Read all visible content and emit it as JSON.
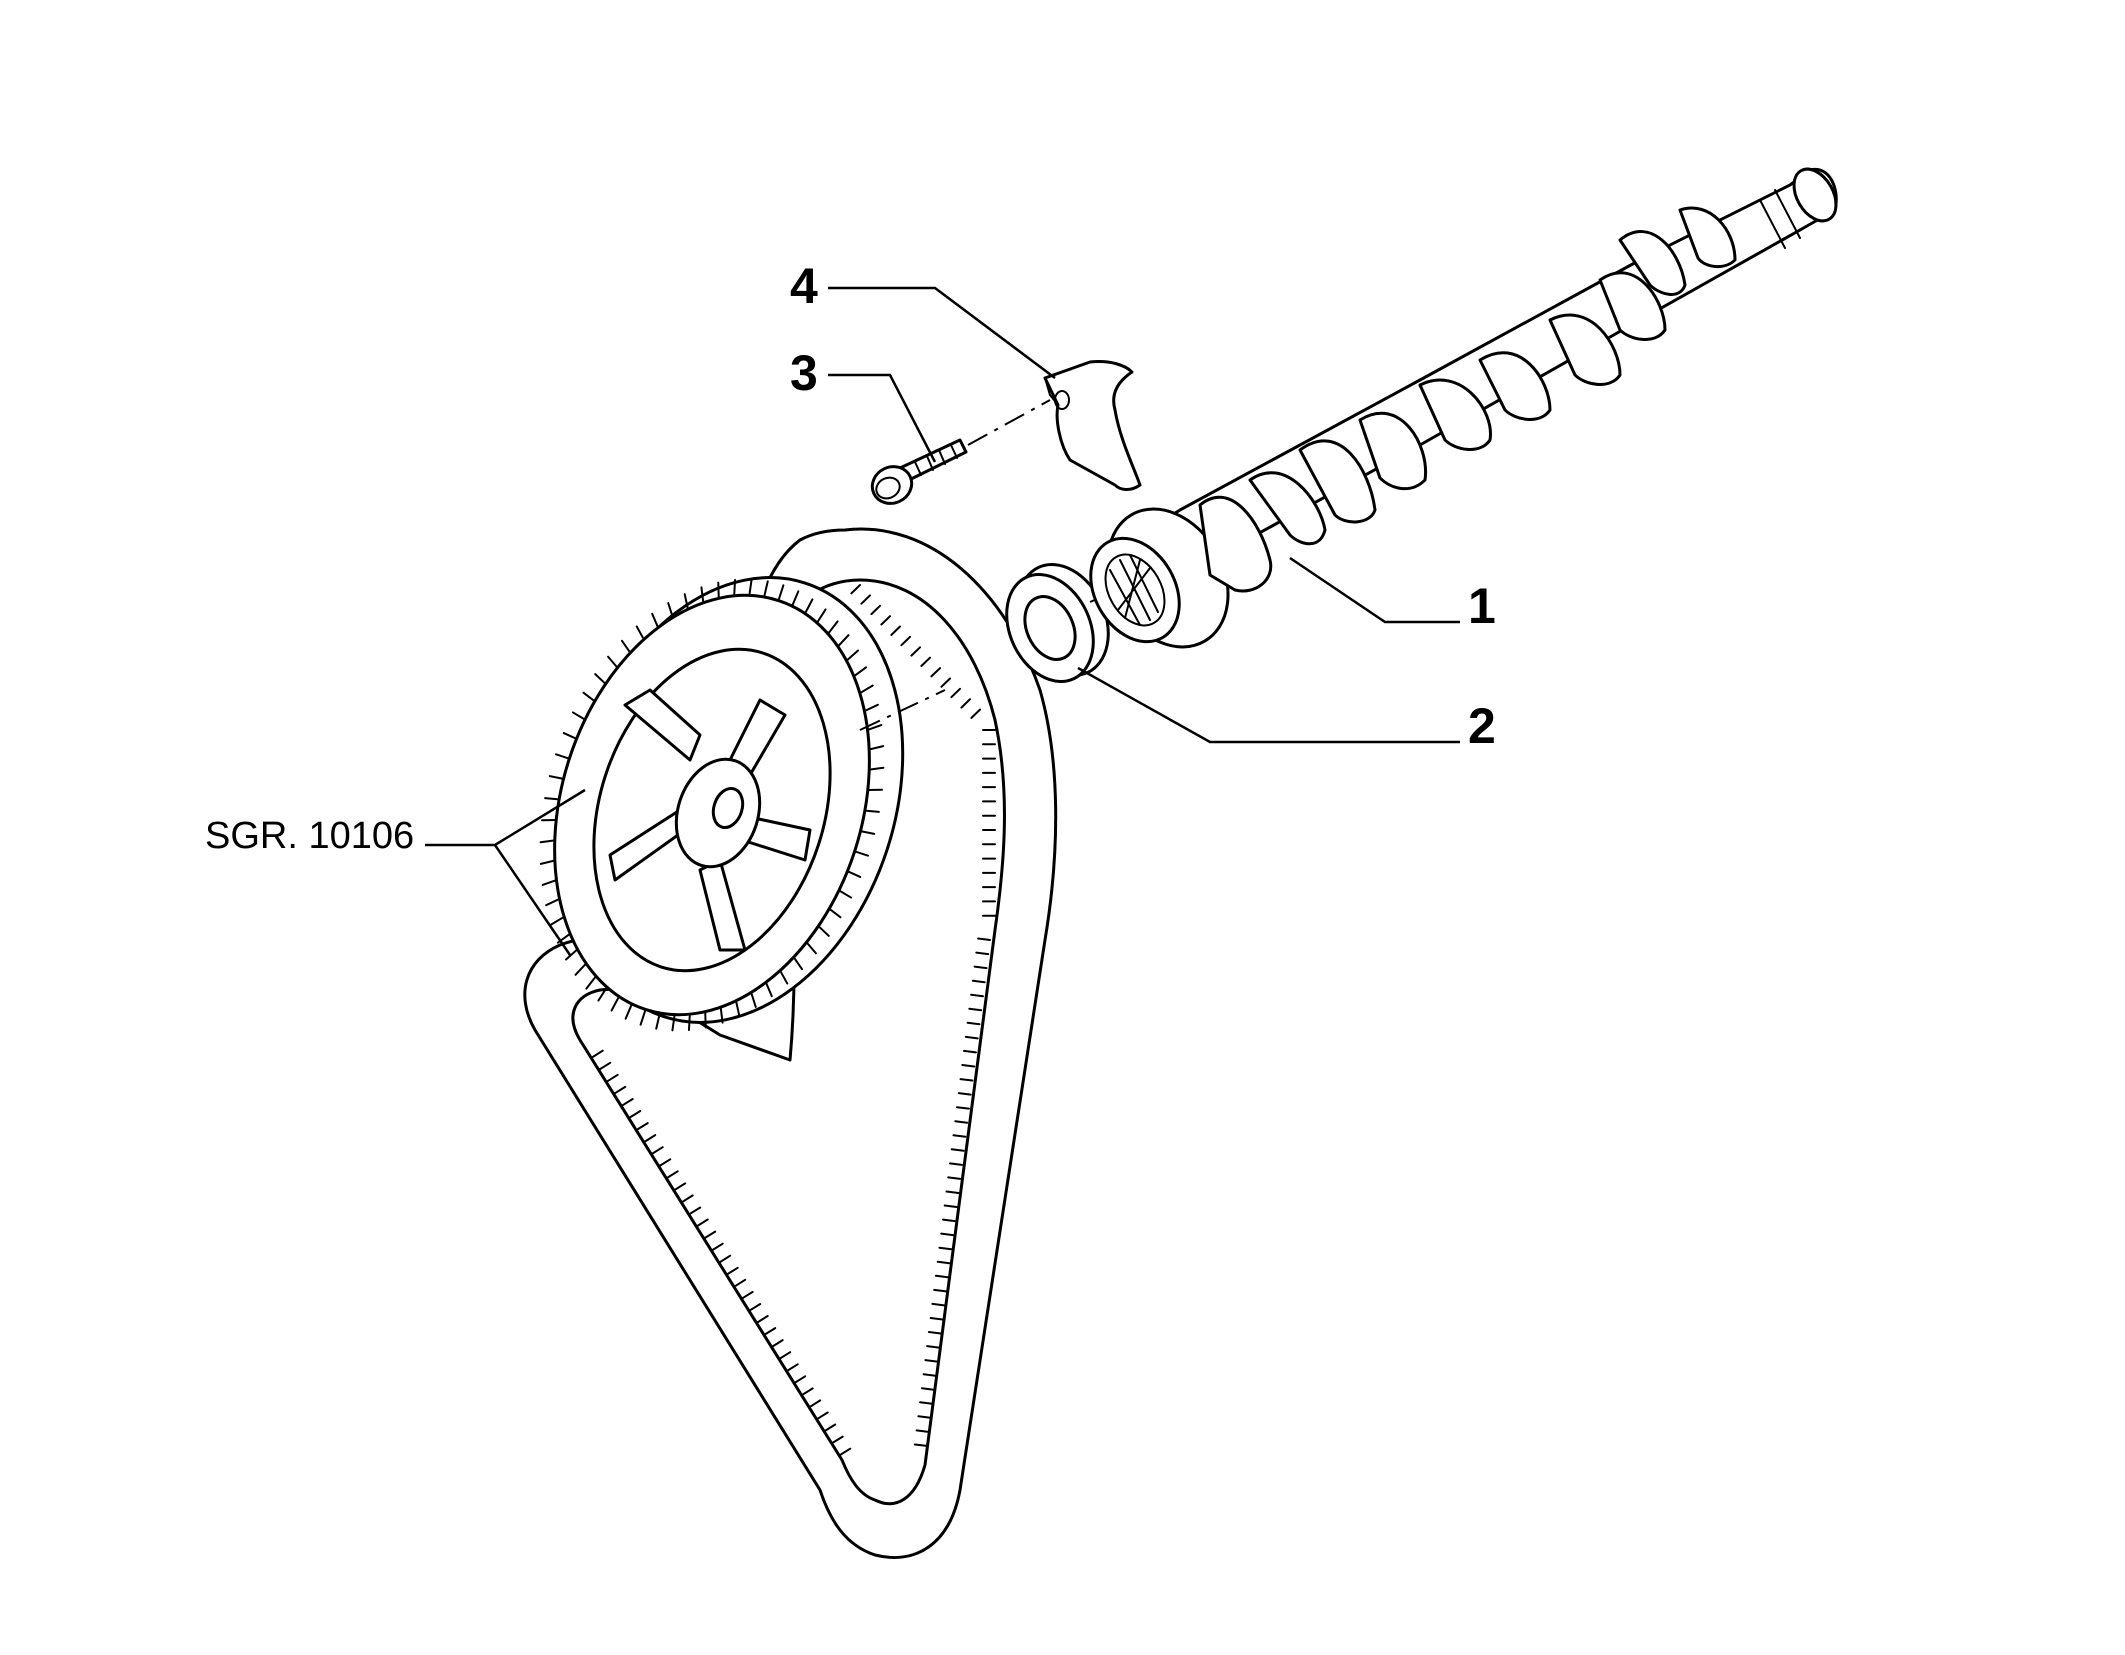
{
  "callouts": [
    {
      "id": "1",
      "label": "1"
    },
    {
      "id": "2",
      "label": "2"
    },
    {
      "id": "3",
      "label": "3"
    },
    {
      "id": "4",
      "label": "4"
    }
  ],
  "reference": {
    "label": "SGR. 10106"
  },
  "colors": {
    "line": "#000000",
    "background": "#ffffff"
  }
}
